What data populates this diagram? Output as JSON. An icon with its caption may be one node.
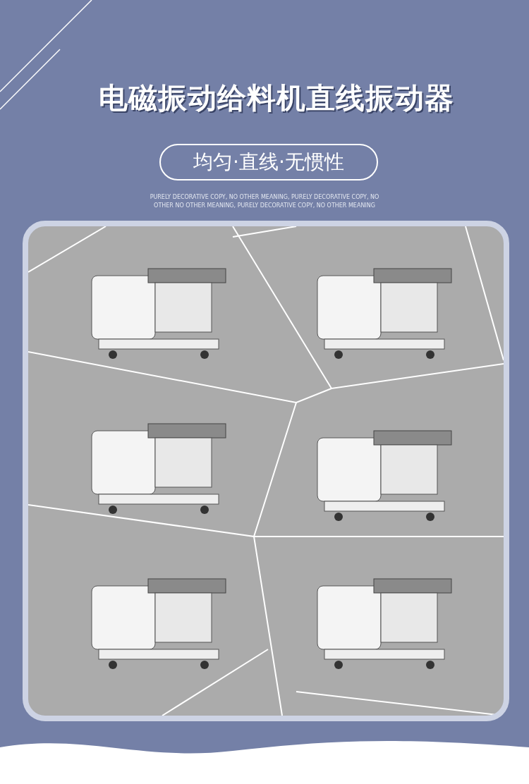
{
  "diagram": {
    "title": "电磁振动给料机直线振动器",
    "nodes": [
      {
        "text": [
          "均匀·直线·无惯性"
        ]
      },
      {
        "text": [],
        "shape": "picture"
      },
      {
        "text": [],
        "shape": "picture"
      },
      {
        "text": [],
        "shape": "picture"
      },
      {
        "text": [],
        "shape": "picture"
      },
      {
        "text": [],
        "shape": "picture"
      },
      {
        "text": [],
        "shape": "picture"
      }
    ],
    "edges": [],
    "labels": [
      "PURELY DECORATIVE COPY, NO OTHER MEANING, PURELY DECORATIVE COPY, NO OTHER NO OTHER MEANING, PURELY DECORATIVE COPY, NO OTHER MEANING"
    ]
  }
}
